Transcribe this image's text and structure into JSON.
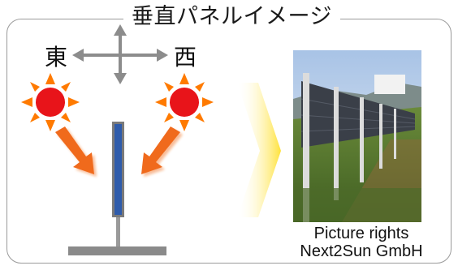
{
  "title": "垂直パネルイメージ",
  "directions": {
    "east": "東",
    "west": "西"
  },
  "caption": {
    "line1": "Picture rights",
    "line2": "Next2Sun GmbH"
  },
  "colors": {
    "sun": "#e8141a",
    "sun_rays": "#ff7a00",
    "arrow": "#f06a1c",
    "panel": "#2f5cab",
    "stand": "#8a8a8a",
    "chevron": "#ffe23a"
  },
  "icons": [
    "sun-icon",
    "compass-arrows-icon",
    "chevron-right-icon"
  ]
}
